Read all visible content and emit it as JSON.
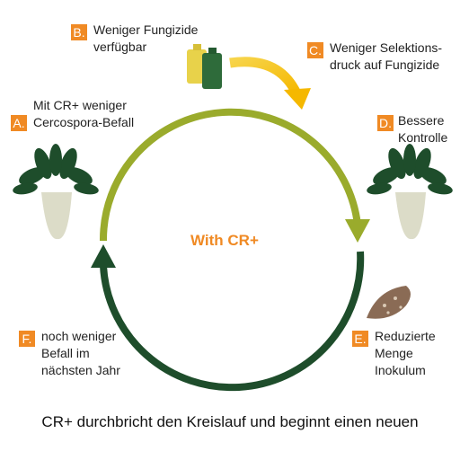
{
  "center_label": "With CR+",
  "caption": "CR+ durchbricht den Kreislauf und beginnt einen neuen",
  "steps": [
    {
      "letter": "A.",
      "text": "Mit CR+ weniger\nCercospora-Befall"
    },
    {
      "letter": "B.",
      "text": "Weniger Fungizide\nverfügbar"
    },
    {
      "letter": "C.",
      "text": "Weniger Selektions-\ndruck auf Fungizide"
    },
    {
      "letter": "D.",
      "text": "Bessere\nKontrolle"
    },
    {
      "letter": "E.",
      "text": "Reduzierte\nMenge\nInokulum"
    },
    {
      "letter": "F.",
      "text": "noch weniger\nBefall im\nnächsten Jahr"
    }
  ],
  "colors": {
    "badge": "#f08a24",
    "arc_light_green": "#9aab2c",
    "arc_dark_green": "#1e4d2b",
    "arrow_yellow": "#f5b800",
    "center_text": "#f08a24",
    "canister_yellow": "#e8d24a",
    "canister_green": "#2e6b3a"
  },
  "icons": [
    "sugar-beet-icon",
    "fungicide-canisters-icon",
    "inoculum-leaf-icon"
  ]
}
